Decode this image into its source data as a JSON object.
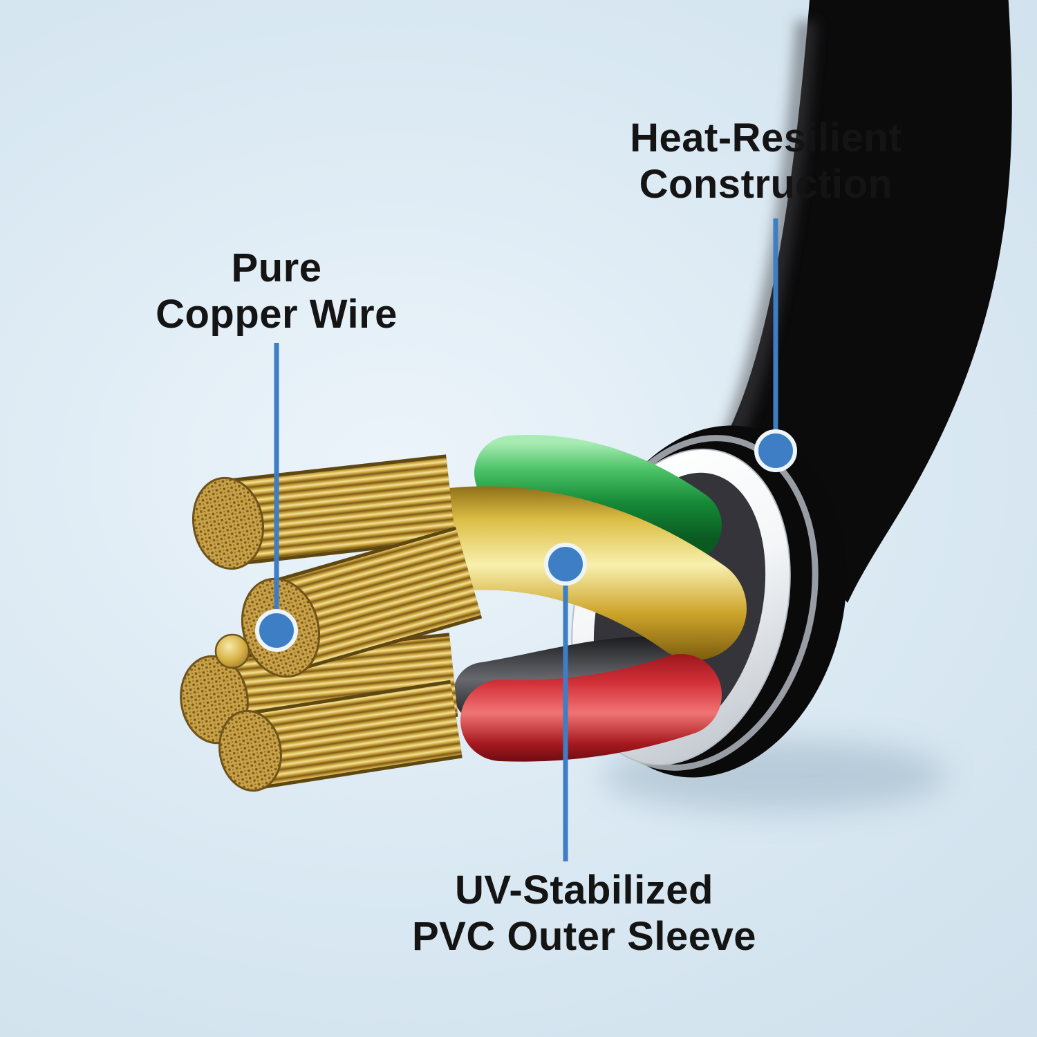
{
  "labels": {
    "pure_copper": {
      "line1": "Pure",
      "line2": "Copper Wire"
    },
    "heat_resilient": {
      "line1": "Heat-Resilient",
      "line2": "Construction"
    },
    "uv_sleeve": {
      "line1": "UV-Stabilized",
      "line2": "PVC Outer Sleeve"
    }
  },
  "colors": {
    "accent": "#3d7ec4",
    "background": "#d9e8f2",
    "text": "#141414",
    "cable_jacket": "#0b0b0c",
    "inner_sheath_white": "#f2f4f6",
    "wire_green": "#1f9c44",
    "wire_yellow": "#e8c84a",
    "wire_red": "#d23038",
    "wire_black": "#3a3a3e",
    "copper": "#d9b85c"
  }
}
